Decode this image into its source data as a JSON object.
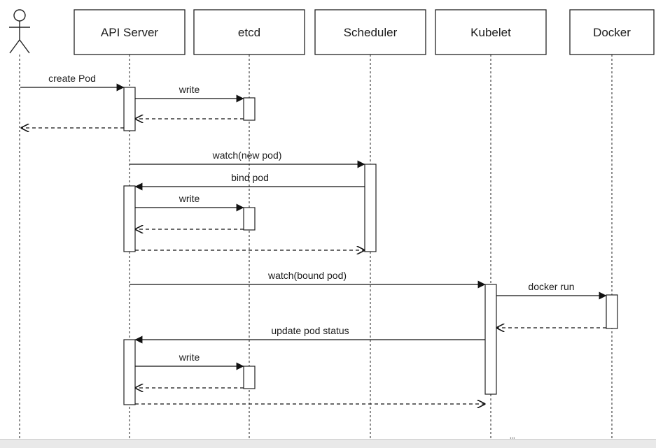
{
  "diagram": {
    "type": "sequence",
    "actor": {
      "icon": "person-icon"
    },
    "participants": [
      "API Server",
      "etcd",
      "Scheduler",
      "Kubelet",
      "Docker"
    ],
    "messages": [
      {
        "label": "create Pod",
        "from": "actor",
        "to": "API Server",
        "style": "solid"
      },
      {
        "label": "write",
        "from": "API Server",
        "to": "etcd",
        "style": "solid"
      },
      {
        "label": "",
        "from": "etcd",
        "to": "API Server",
        "style": "dashed"
      },
      {
        "label": "",
        "from": "API Server",
        "to": "actor",
        "style": "dashed"
      },
      {
        "label": "watch(new pod)",
        "from": "API Server",
        "to": "Scheduler",
        "style": "solid"
      },
      {
        "label": "bind pod",
        "from": "Scheduler",
        "to": "API Server",
        "style": "solid"
      },
      {
        "label": "write",
        "from": "API Server",
        "to": "etcd",
        "style": "solid"
      },
      {
        "label": "",
        "from": "etcd",
        "to": "API Server",
        "style": "dashed"
      },
      {
        "label": "",
        "from": "API Server",
        "to": "Scheduler",
        "style": "dashed"
      },
      {
        "label": "watch(bound pod)",
        "from": "API Server",
        "to": "Kubelet",
        "style": "solid"
      },
      {
        "label": "docker run",
        "from": "Kubelet",
        "to": "Docker",
        "style": "solid"
      },
      {
        "label": "",
        "from": "Docker",
        "to": "Kubelet",
        "style": "dashed"
      },
      {
        "label": "update pod status",
        "from": "Kubelet",
        "to": "API Server",
        "style": "solid"
      },
      {
        "label": "write",
        "from": "API Server",
        "to": "etcd",
        "style": "solid"
      },
      {
        "label": "",
        "from": "etcd",
        "to": "API Server",
        "style": "dashed"
      },
      {
        "label": "",
        "from": "API Server",
        "to": "Kubelet",
        "style": "dashed"
      }
    ]
  },
  "scroll_marker": "'''"
}
